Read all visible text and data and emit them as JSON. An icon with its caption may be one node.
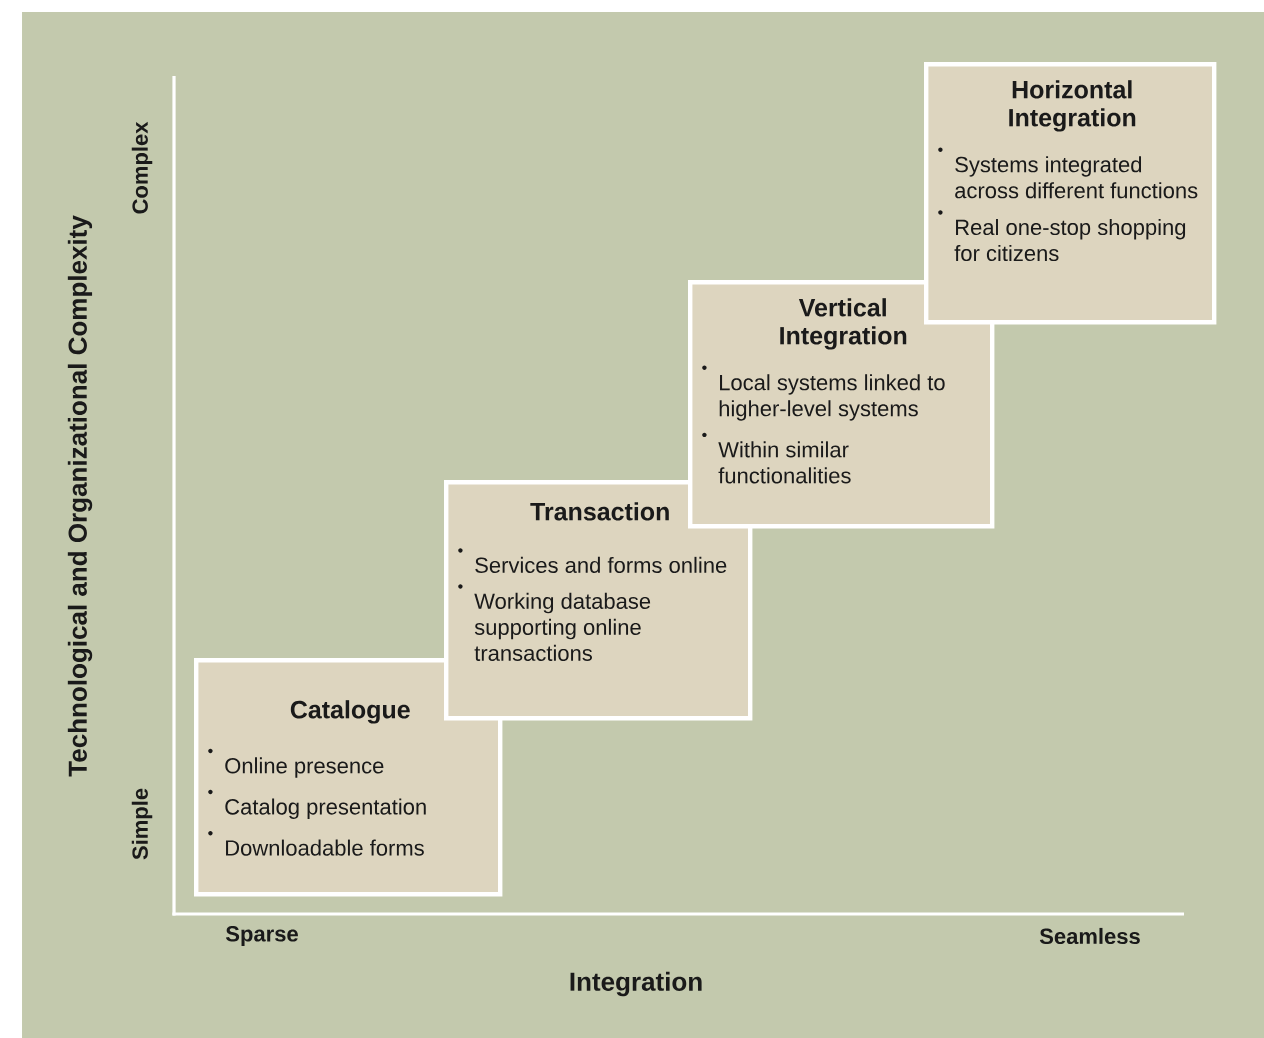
{
  "diagram": {
    "nodes": [
      {
        "text": [
          "Catalogue",
          "Online presence",
          "Catalog presentation",
          "Downloadable forms"
        ]
      },
      {
        "text": [
          "Transaction",
          "Services and forms online",
          "Working database supporting online transactions"
        ]
      },
      {
        "text": [
          "Vertical Integration",
          "Local systems linked to higher-level systems",
          "Within similar functionalities"
        ]
      },
      {
        "text": [
          "Horizontal Integration",
          "Systems integrated across different functions",
          "Real one-stop shopping for citizens"
        ]
      }
    ],
    "labels": [
      "Technological and Organizational Complexity",
      "Complex",
      "Simple",
      "Sparse",
      "Seamless",
      "Integration"
    ]
  }
}
